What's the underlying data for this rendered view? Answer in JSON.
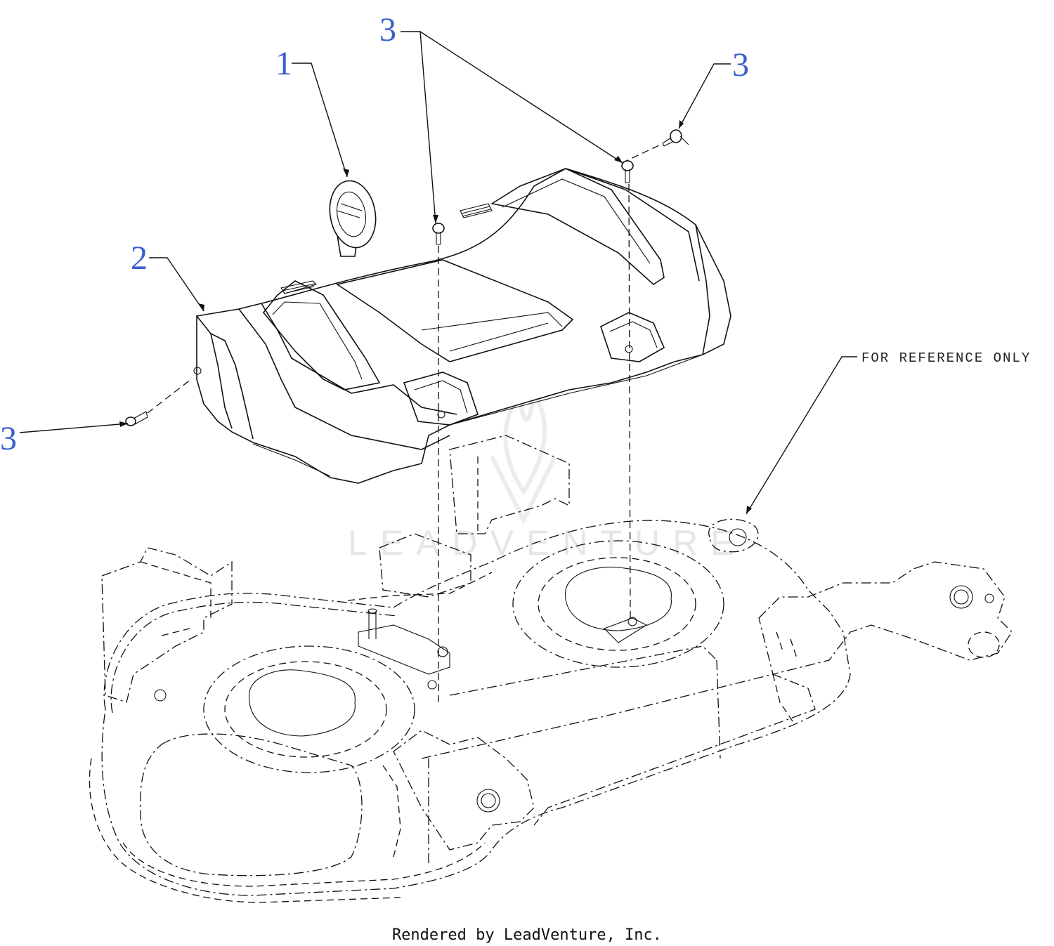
{
  "callouts": [
    {
      "id": "1",
      "label": "1"
    },
    {
      "id": "2",
      "label": "2"
    },
    {
      "id": "3a",
      "label": "3"
    },
    {
      "id": "3b",
      "label": "3"
    },
    {
      "id": "3c",
      "label": "3"
    }
  ],
  "reference_note": "FOR REFERENCE ONLY",
  "watermark": "LEADVENTURE",
  "credit": "Rendered by LeadVenture, Inc.",
  "colors": {
    "callout": "#3a5fcd",
    "line": "#111111",
    "background": "#ffffff"
  }
}
